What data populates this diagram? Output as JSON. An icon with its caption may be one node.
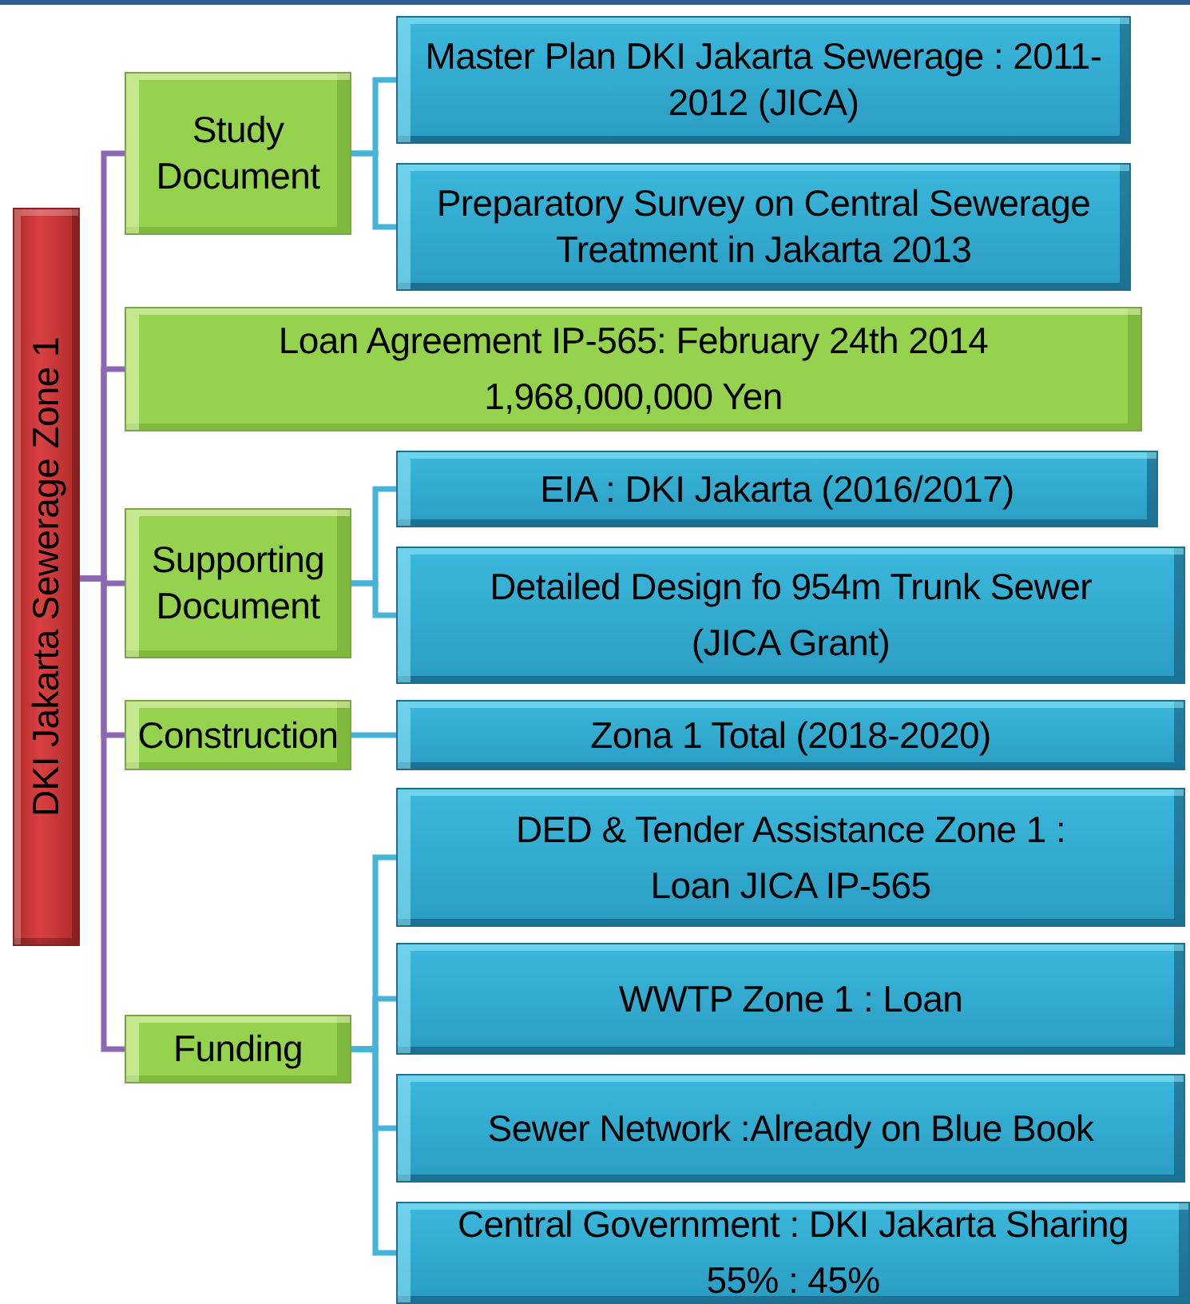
{
  "diagram": {
    "nodes": [
      {
        "text": [
          "DKI Jakarta Sewerage Zone 1"
        ]
      },
      {
        "text": [
          "Study Document"
        ]
      },
      {
        "text": [
          "Master Plan DKI Jakarta Sewerage : 2011-2012 (JICA)"
        ]
      },
      {
        "text": [
          "Preparatory Survey on Central Sewerage Treatment in Jakarta 2013"
        ]
      },
      {
        "text": [
          "Loan Agreement  IP-565: February 24th 2014",
          "1,968,000,000 Yen"
        ]
      },
      {
        "text": [
          "Supporting Document"
        ]
      },
      {
        "text": [
          "EIA : DKI Jakarta (2016/2017)"
        ]
      },
      {
        "text": [
          "Detailed Design fo 954m Trunk Sewer",
          "(JICA Grant)"
        ]
      },
      {
        "text": [
          "Construction"
        ]
      },
      {
        "text": [
          "Zona 1 Total (2018-2020)"
        ]
      },
      {
        "text": [
          "Funding"
        ]
      },
      {
        "text": [
          "DED & Tender Assistance Zone 1 :",
          "Loan JICA IP-565"
        ]
      },
      {
        "text": [
          "WWTP Zone 1 : Loan"
        ]
      },
      {
        "text": [
          "Sewer Network :Already on Blue Book"
        ]
      },
      {
        "text": [
          "Central Government : DKI Jakarta Sharing",
          "55% : 45%"
        ]
      }
    ],
    "edges": [
      {
        "from": 0,
        "to": 1,
        "arrow": "none",
        "color": "#8a68b4"
      },
      {
        "from": 0,
        "to": 4,
        "arrow": "none",
        "color": "#8a68b4"
      },
      {
        "from": 0,
        "to": 5,
        "arrow": "none",
        "color": "#8a68b4"
      },
      {
        "from": 0,
        "to": 8,
        "arrow": "none",
        "color": "#8a68b4"
      },
      {
        "from": 0,
        "to": 10,
        "arrow": "none",
        "color": "#8a68b4"
      },
      {
        "from": 1,
        "to": 2,
        "arrow": "none"
      },
      {
        "from": 1,
        "to": 3,
        "arrow": "none"
      },
      {
        "from": 5,
        "to": 6,
        "arrow": "none"
      },
      {
        "from": 5,
        "to": 7,
        "arrow": "none"
      },
      {
        "from": 8,
        "to": 9,
        "arrow": "none"
      },
      {
        "from": 10,
        "to": 11,
        "arrow": "none"
      },
      {
        "from": 10,
        "to": 12,
        "arrow": "none"
      },
      {
        "from": 10,
        "to": 13,
        "arrow": "none"
      },
      {
        "from": 10,
        "to": 14,
        "arrow": "none"
      }
    ]
  }
}
